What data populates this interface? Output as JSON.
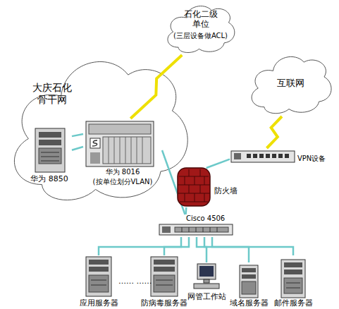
{
  "diagram": {
    "nodes": [
      {
        "text": [
          "石化二级 单位",
          "(三层设备做ACL)"
        ]
      },
      {
        "text": [
          "大庆石化 骨干网"
        ]
      },
      {
        "text": [
          "互联网"
        ]
      },
      {
        "text": [
          "华为 8850"
        ],
        "in": 1
      },
      {
        "text": [
          "华为 8016",
          "(按单位划分VLAN)"
        ],
        "in": 1
      },
      {
        "text": [
          "VPN设备"
        ]
      },
      {
        "text": [
          "防火墙"
        ]
      },
      {
        "text": [
          "Cisco 4506"
        ]
      },
      {
        "text": [
          "应用服务器"
        ]
      },
      {
        "text": [
          "防病毒服务器"
        ]
      },
      {
        "text": [
          "网管工作站"
        ]
      },
      {
        "text": [
          "域名服务器"
        ]
      },
      {
        "text": [
          "邮件服务器"
        ]
      }
    ],
    "edges": [
      {
        "from": 3,
        "to": 4,
        "arrow": "none"
      },
      {
        "from": 3,
        "to": 4,
        "arrow": "none"
      },
      {
        "from": 4,
        "to": 0,
        "arrow": "none"
      },
      {
        "from": 2,
        "to": 5,
        "arrow": "none"
      },
      {
        "from": 4,
        "to": 7,
        "arrow": "none"
      },
      {
        "from": 5,
        "to": 6,
        "arrow": "none"
      },
      {
        "from": 6,
        "to": 7,
        "arrow": "none"
      },
      {
        "from": 7,
        "to": 8,
        "arrow": "none"
      },
      {
        "from": 7,
        "to": 9,
        "arrow": "none"
      },
      {
        "from": 7,
        "to": 10,
        "arrow": "none"
      },
      {
        "from": 7,
        "to": 11,
        "arrow": "none"
      },
      {
        "from": 7,
        "to": 12,
        "arrow": "none"
      }
    ],
    "labels": [
      "…… ……"
    ]
  }
}
